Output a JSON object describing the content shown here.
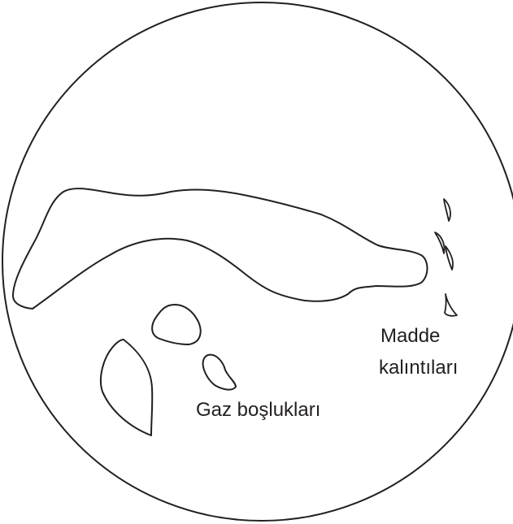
{
  "labels": {
    "residue_line1": "Madde",
    "residue_line2": "kalıntıları",
    "gas": "Gaz boşlukları"
  },
  "colors": {
    "stroke": "#231f20",
    "background": "#ffffff"
  }
}
